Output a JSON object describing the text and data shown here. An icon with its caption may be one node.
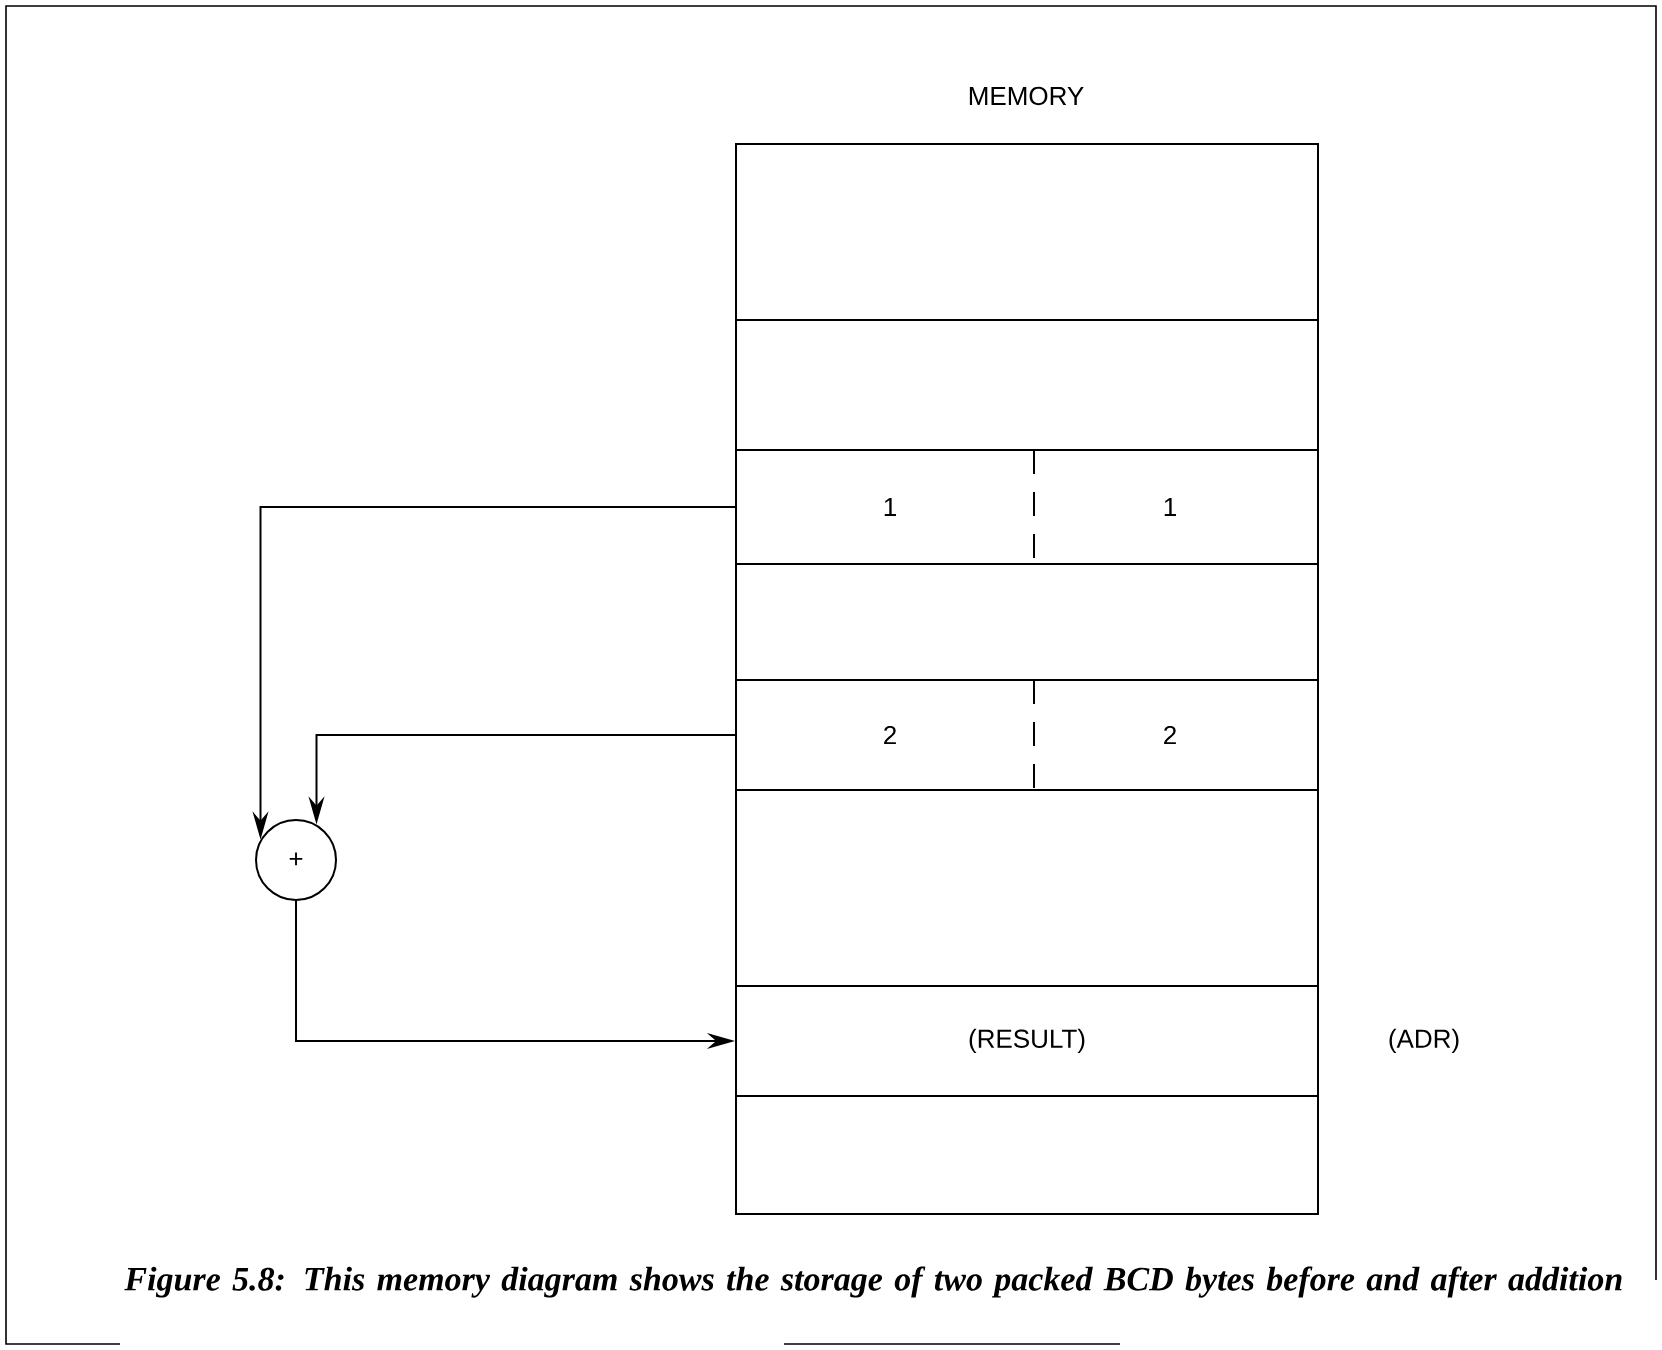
{
  "diagram": {
    "caption": "Figure 5.8: This memory diagram shows the storage of two packed BCD bytes before and after addition",
    "nodes": [
      {
        "text": [
          "MEMORY"
        ]
      },
      {
        "text": [],
        "shape": "box",
        "in": 0
      },
      {
        "text": [],
        "shape": "box",
        "in": 0
      },
      {
        "text": [
          "1",
          "1"
        ],
        "in": 0
      },
      {
        "text": [],
        "shape": "box",
        "in": 0
      },
      {
        "text": [
          "2",
          "2"
        ],
        "in": 0
      },
      {
        "text": [],
        "shape": "box",
        "in": 0
      },
      {
        "text": [
          "(RESULT)"
        ],
        "beside": [
          "(ADR)"
        ],
        "in": 0
      },
      {
        "text": [],
        "shape": "box",
        "in": 0
      },
      {
        "text": [
          "+"
        ]
      }
    ],
    "edges": [
      {
        "from": 3,
        "to": 9,
        "arrow": "to"
      },
      {
        "from": 5,
        "to": 9,
        "arrow": "to"
      },
      {
        "from": 9,
        "to": 7,
        "arrow": "to"
      }
    ]
  }
}
